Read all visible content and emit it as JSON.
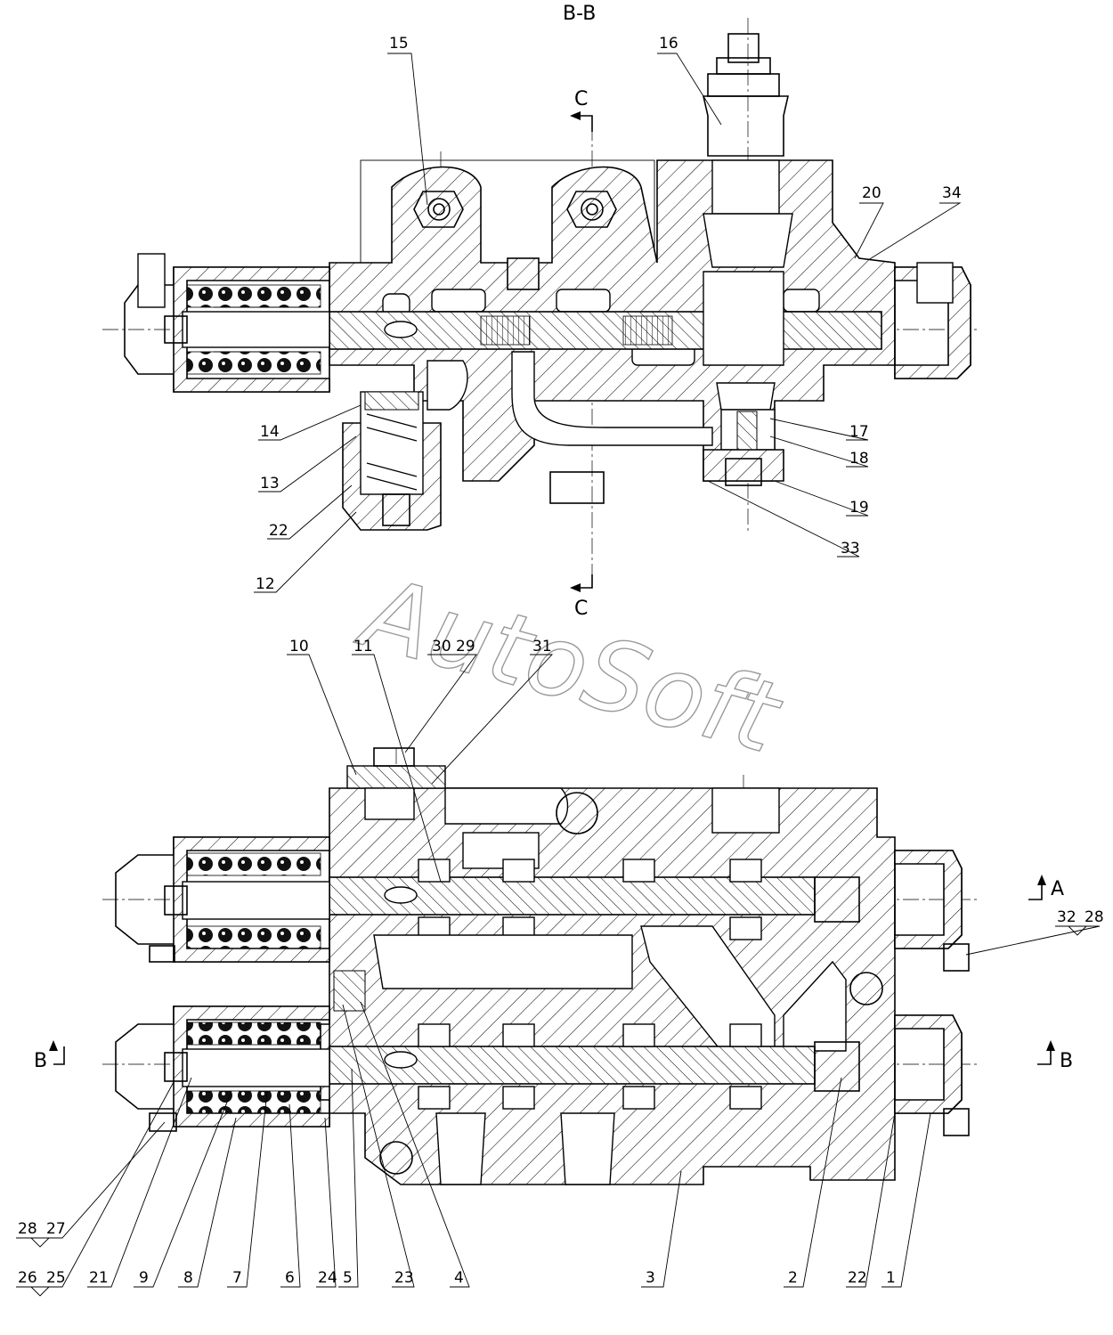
{
  "section_titles": {
    "main": "B-B",
    "cut_top": "C",
    "cut_bottom": "C",
    "cut_a": "A",
    "cut_b_left": "B",
    "cut_b_right": "B"
  },
  "watermark": "AutoSoft",
  "part_labels": {
    "p1": "1",
    "p2": "2",
    "p3": "3",
    "p4": "4",
    "p5": "5",
    "p6": "6",
    "p7": "7",
    "p8": "8",
    "p9": "9",
    "p10": "10",
    "p11": "11",
    "p12": "12",
    "p13": "13",
    "p14": "14",
    "p15": "15",
    "p16": "16",
    "p17": "17",
    "p18": "18",
    "p19": "19",
    "p20": "20",
    "p21": "21",
    "p22a": "22",
    "p22b": "22",
    "p23": "23",
    "p24": "24",
    "p25": "25",
    "p26": "26",
    "p27": "27",
    "p28a": "28",
    "p28b": "28",
    "p29": "29",
    "p30": "30",
    "p31": "31",
    "p32": "32",
    "p33": "33",
    "p34": "34"
  }
}
